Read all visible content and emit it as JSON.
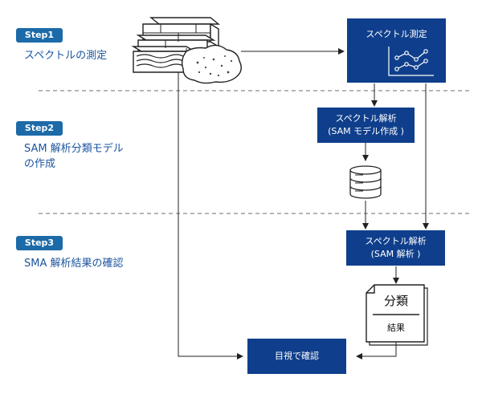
{
  "steps": [
    {
      "badge": "Step1",
      "label": "スペクトルの測定"
    },
    {
      "badge": "Step2",
      "label": "SAM 解析分類モデル\nの作成"
    },
    {
      "badge": "Step3",
      "label": "SMA 解析結果の確認"
    }
  ],
  "boxes": {
    "measure": "スペクトル測定",
    "analysis_model": "スペクトル解析\n(SAM モデル作成 )",
    "analysis": "スペクトル解析\n(SAM 解析 )",
    "visual_check": "目視で確認"
  },
  "document": {
    "title": "分類",
    "subtitle": "結果"
  },
  "colors": {
    "navy": "#0f3f8c",
    "badge": "#1c6aa8",
    "text": "#1c55a0",
    "line": "#222222",
    "dash": "#888888"
  }
}
